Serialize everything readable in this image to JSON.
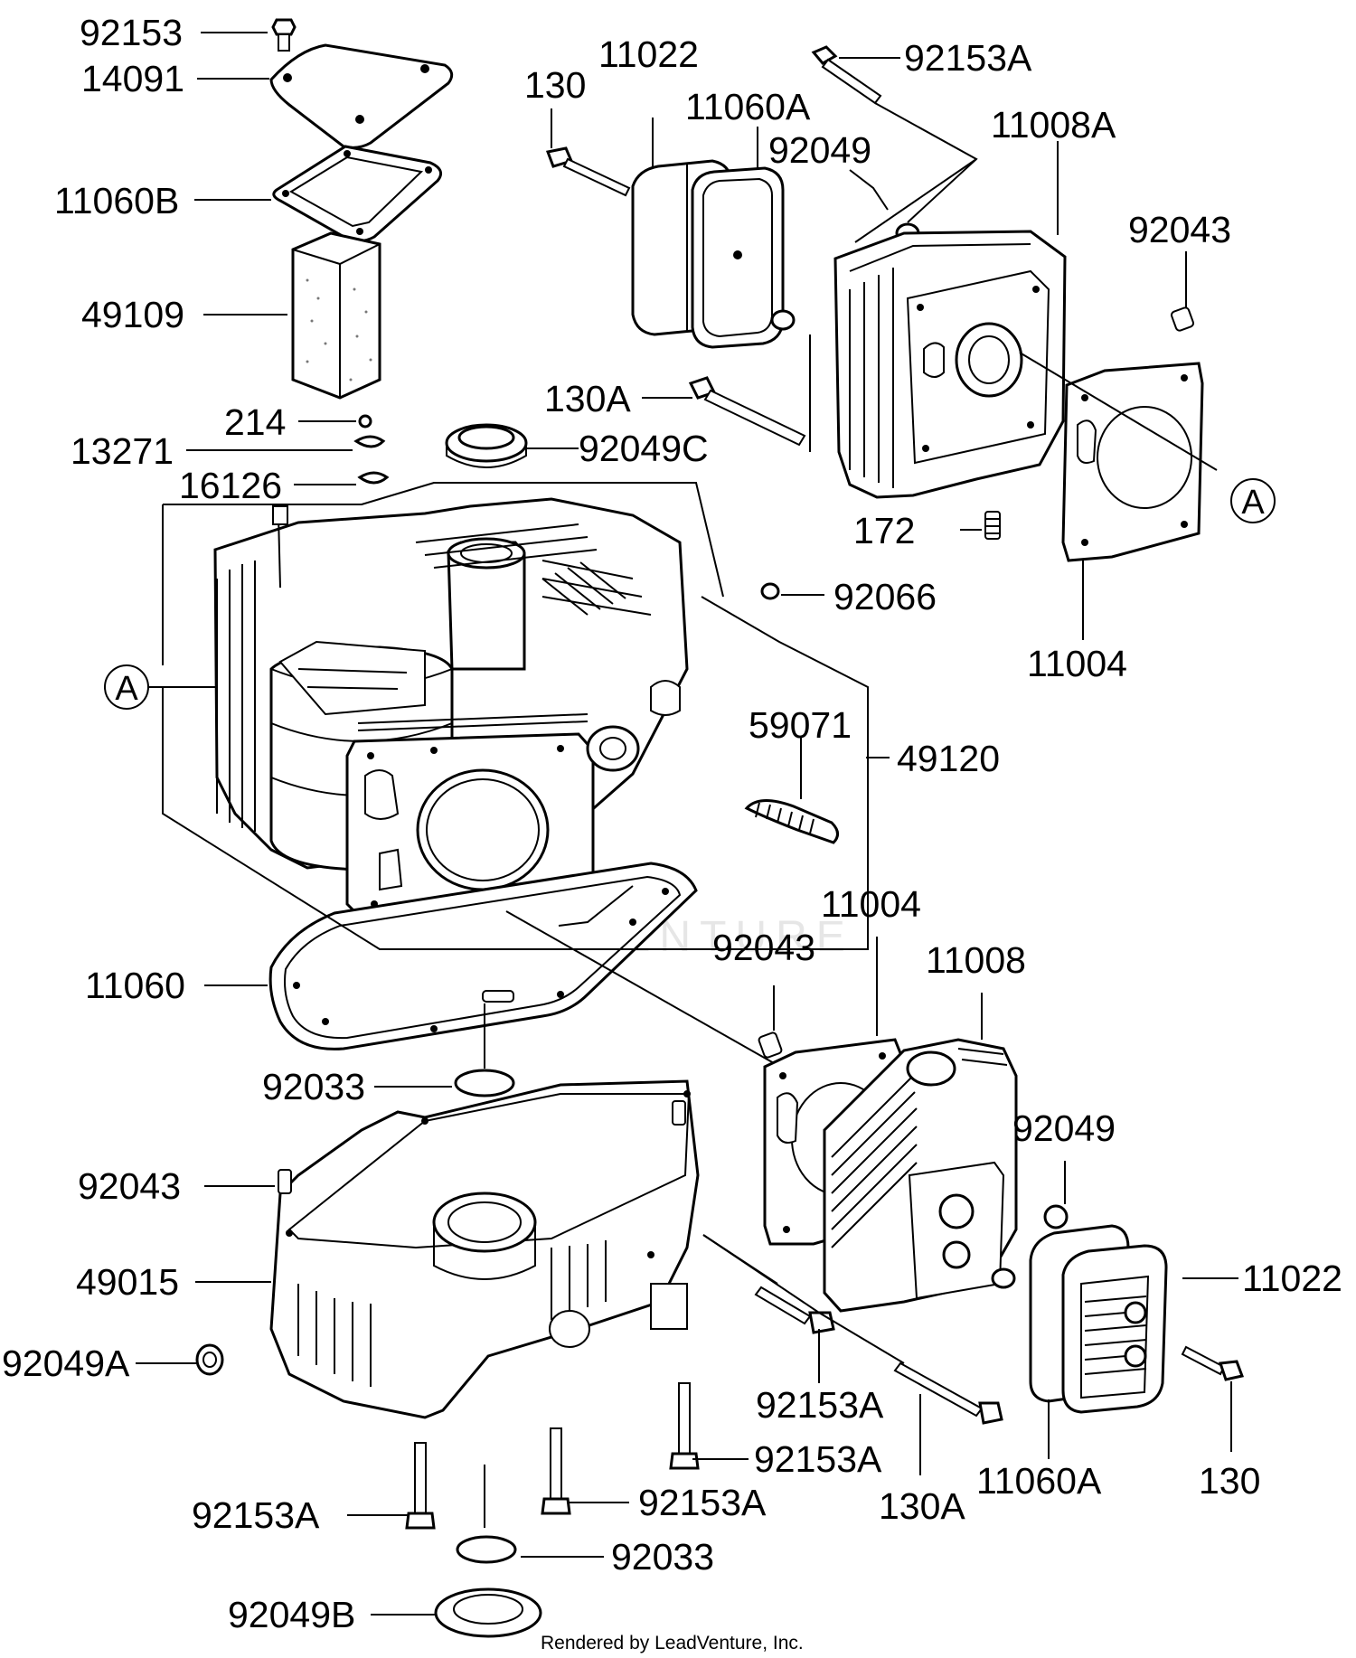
{
  "labels": {
    "l92153": "92153",
    "l14091": "14091",
    "l11060B": "11060B",
    "l49109": "49109",
    "l214": "214",
    "l13271": "13271",
    "l16126": "16126",
    "l92049C": "92049C",
    "l130_top": "130",
    "l11022_top": "11022",
    "l11060A_top": "11060A",
    "l92153A_top": "92153A",
    "l92049_top": "92049",
    "l11008A": "11008A",
    "l92043_top": "92043",
    "l130A_top": "130A",
    "l172": "172",
    "l11004_top": "11004",
    "l92066": "92066",
    "l59071": "59071",
    "l49120": "49120",
    "l11060": "11060",
    "l11004_mid": "11004",
    "l92043_mid": "92043",
    "l11008": "11008",
    "l92033_top": "92033",
    "l92049_mid": "92049",
    "l92043_left": "92043",
    "l49015": "49015",
    "l92049A": "92049A",
    "l11022_bot": "11022",
    "l92153A_mid": "92153A",
    "l92153A_r": "92153A",
    "l130A_bot": "130A",
    "l11060A_bot": "11060A",
    "l130_bot": "130",
    "l92153A_bl": "92153A",
    "l92153A_bm": "92153A",
    "l92033_bot": "92033",
    "l92049B": "92049B"
  },
  "callouts": {
    "a_right": "A",
    "a_left": "A"
  },
  "watermark": "LEADVENTURE",
  "footer": "Rendered by LeadVenture, Inc."
}
